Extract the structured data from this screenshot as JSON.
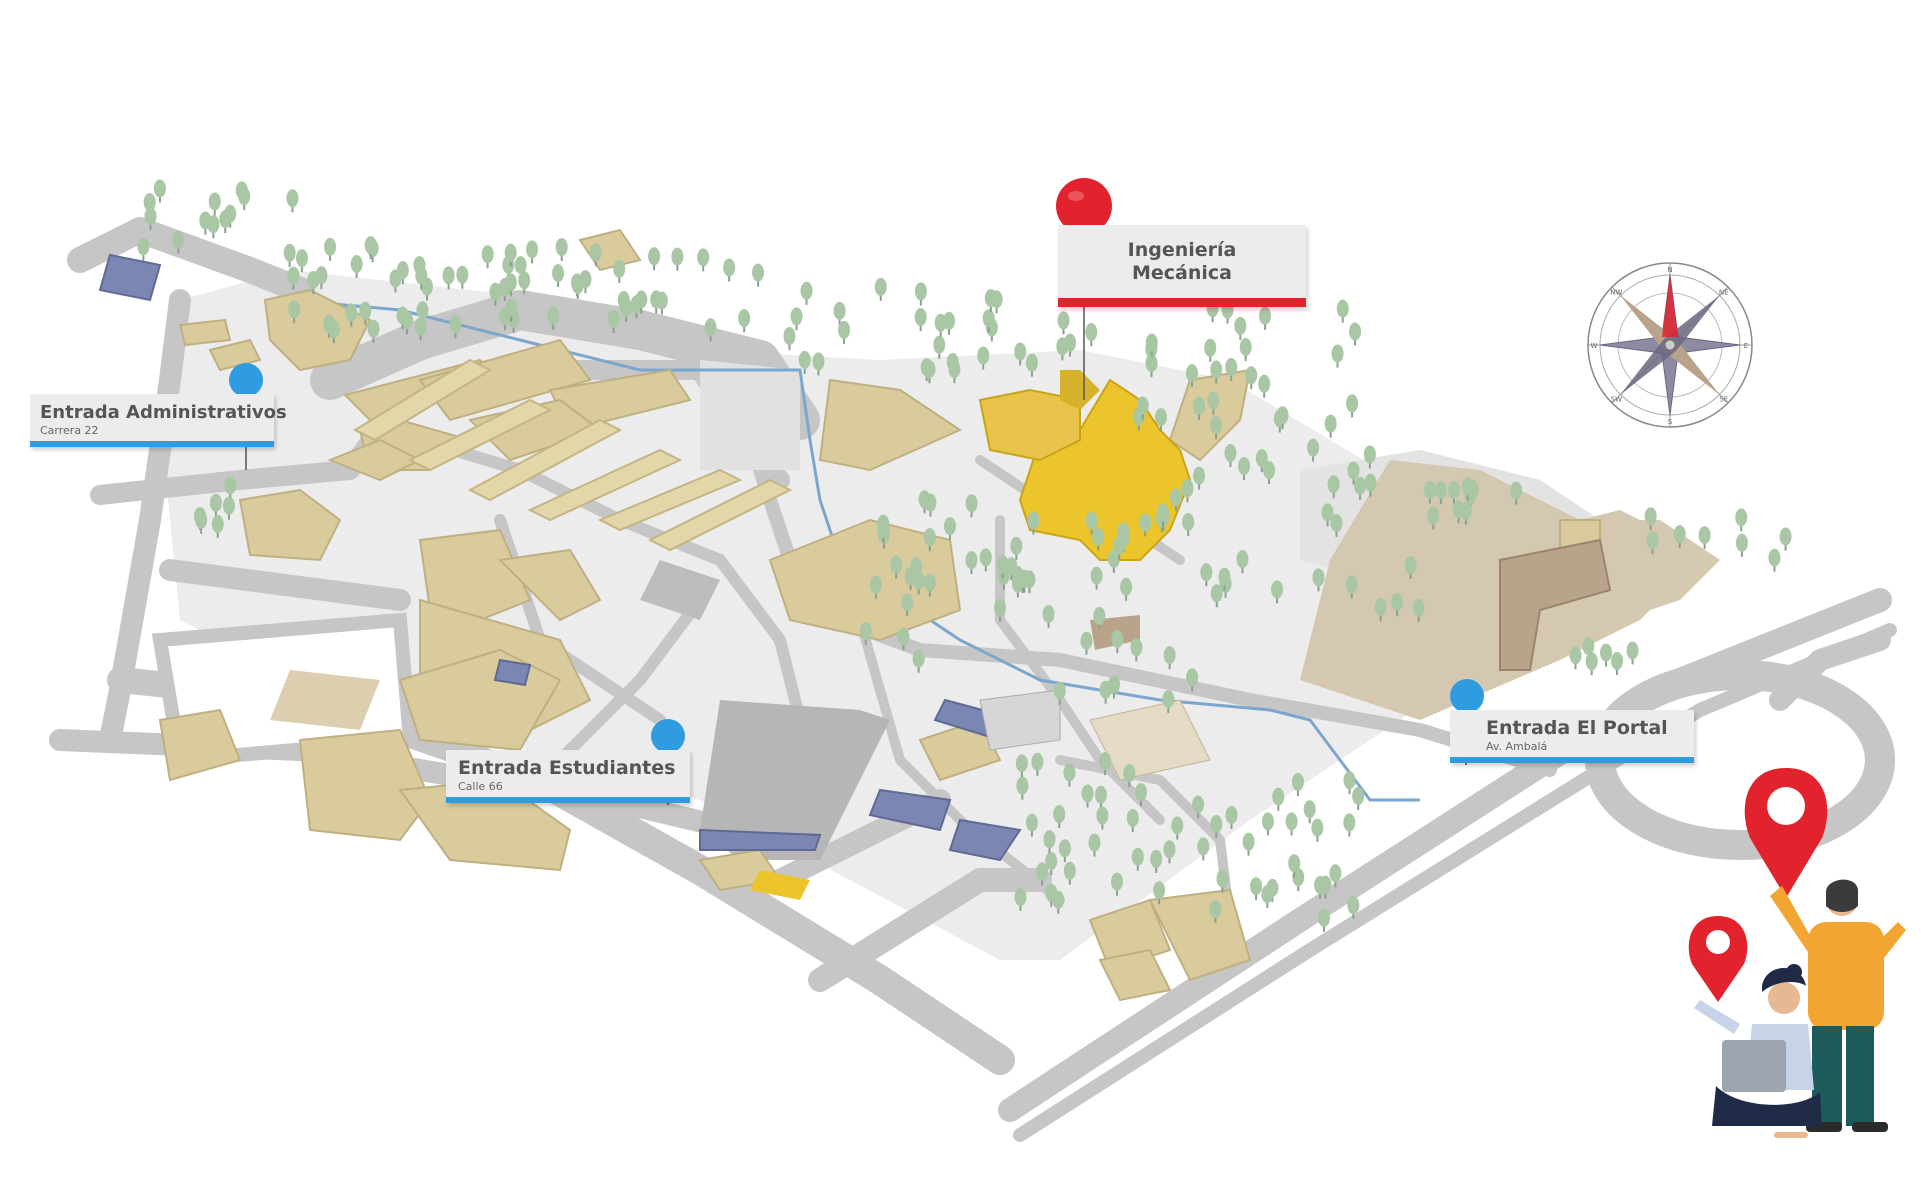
{
  "map": {
    "colors": {
      "road": "#c9c9c9",
      "road_dark": "#b0b0b0",
      "ground": "#e9e9e9",
      "building": "#d9cb9c",
      "building_side": "#bfb082",
      "highlight": "#ecc52c",
      "highlight_side": "#c9a419",
      "stream": "#7ba7cf",
      "tree_top": "#a9c7a5",
      "tree_trunk": "#8aa091",
      "blue_roof": "#7b86b3",
      "brown": "#b9a38a",
      "pin_blue": "#2f9be0",
      "pin_red": "#e2232e"
    },
    "locations": [
      {
        "id": "admin",
        "title": "Entrada Administrativos",
        "subtitle": "Carrera 22",
        "marker": "blue"
      },
      {
        "id": "students",
        "title": "Entrada Estudiantes",
        "subtitle": "Calle 66",
        "marker": "blue"
      },
      {
        "id": "portal",
        "title": "Entrada El Portal",
        "subtitle": "Av. Ambalá",
        "marker": "blue"
      },
      {
        "id": "mech",
        "title_line1": "Ingeniería",
        "title_line2": "Mecánica",
        "marker": "red"
      }
    ],
    "compass": {
      "labels": [
        "N",
        "NE",
        "E",
        "SE",
        "S",
        "SW",
        "W",
        "NW"
      ]
    }
  }
}
